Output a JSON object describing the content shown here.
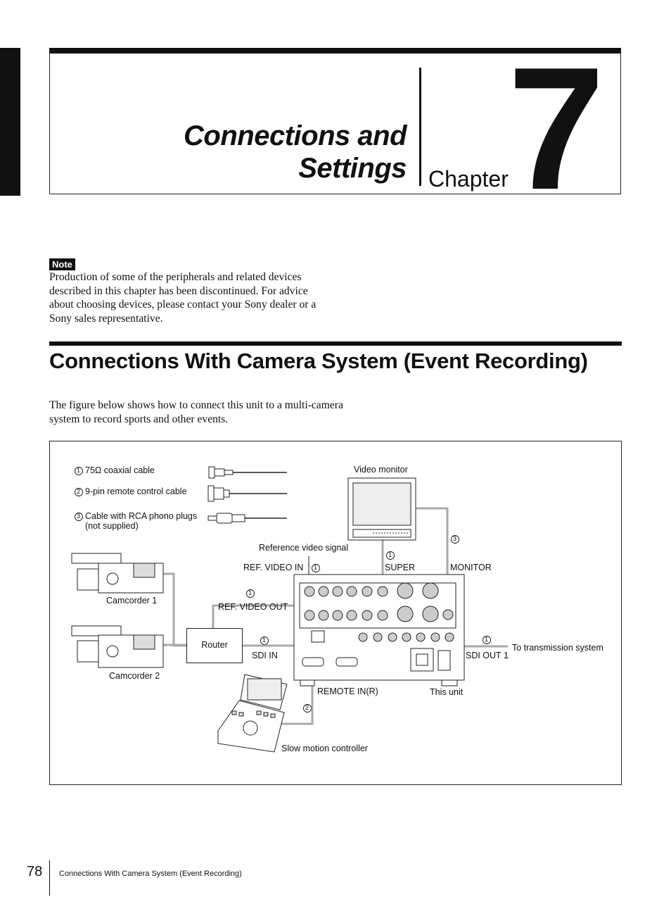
{
  "chapter": {
    "title": "Connections and\nSettings",
    "word": "Chapter",
    "number": "7"
  },
  "note": {
    "label": "Note",
    "text": "Production of some of the peripherals and related devices described in this chapter has been discontinued. For advice about choosing devices, please contact your Sony dealer or a Sony sales representative."
  },
  "section": {
    "heading": "Connections With Camera System (Event Recording)",
    "intro": "The figure below shows how to connect this unit to a multi-camera system to record sports and other events."
  },
  "figure": {
    "legend": {
      "item1_num": "1",
      "item1": "75Ω coaxial cable",
      "item2_num": "2",
      "item2": "9-pin remote control cable",
      "item3_num": "3",
      "item3": "Cable with RCA phono plugs",
      "item3_sub": "(not supplied)"
    },
    "labels": {
      "video_monitor": "Video monitor",
      "reference_video_signal": "Reference video signal",
      "ref_video_in": "REF. VIDEO IN",
      "super": "SUPER",
      "monitor": "MONITOR",
      "ref_video_out": "REF. VIDEO OUT",
      "camcorder1": "Camcorder 1",
      "camcorder2": "Camcorder 2",
      "router": "Router",
      "sdi_in": "SDI IN",
      "sdi_out1": "SDI OUT 1",
      "to_transmission": "To transmission system",
      "remote_in": "REMOTE IN(R)",
      "this_unit": "This unit",
      "slow_motion_controller": "Slow motion controller"
    },
    "markers": {
      "ref_in": "1",
      "super": "1",
      "monitor": "3",
      "ref_out": "1",
      "sdi_in": "1",
      "sdi_out": "1",
      "remote": "2"
    }
  },
  "footer": {
    "page_number": "78",
    "running_title": "Connections With Camera System (Event Recording)"
  }
}
